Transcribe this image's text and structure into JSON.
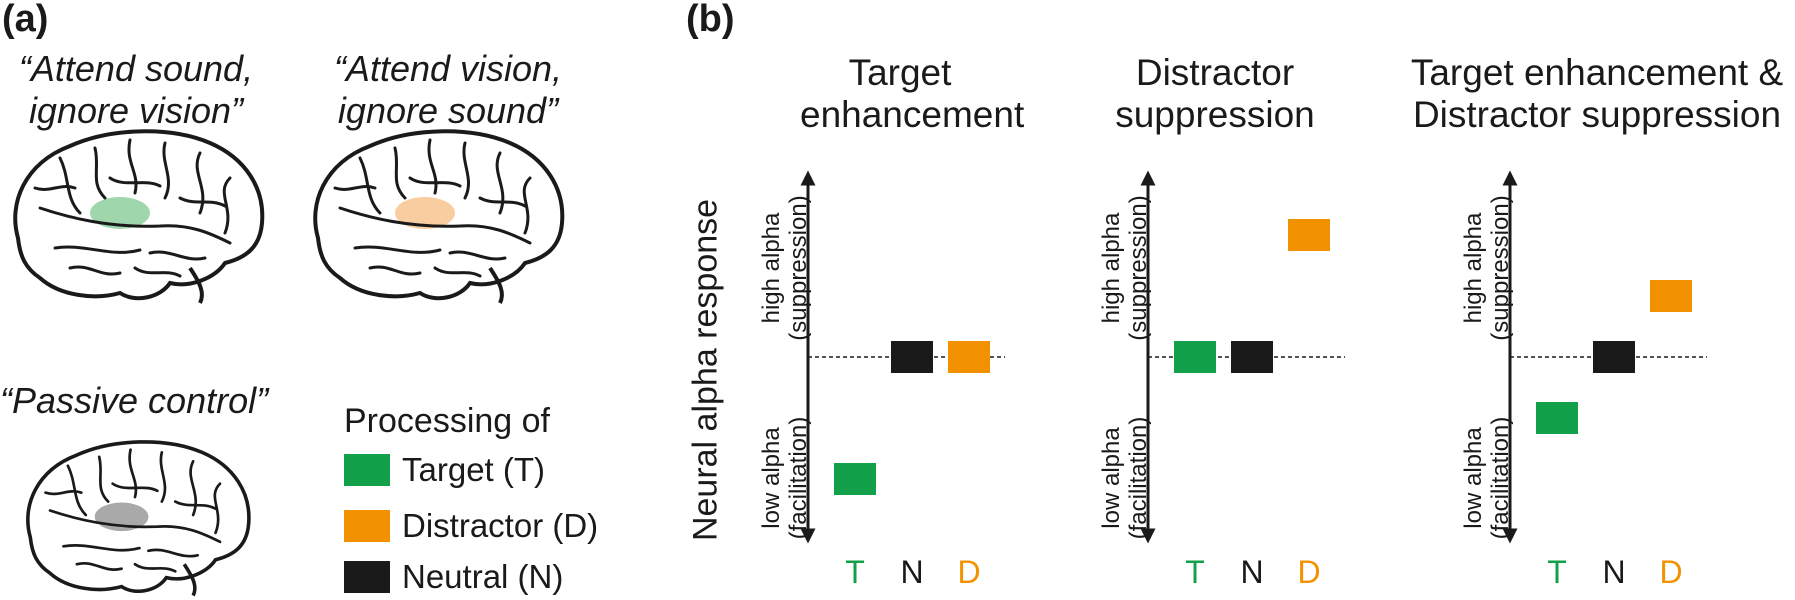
{
  "panel_a": {
    "label": "(a)",
    "conditions": [
      {
        "line1": "“Attend sound,",
        "line2": "ignore vision”",
        "highlight": "#8fcf9e"
      },
      {
        "line1": "“Attend vision,",
        "line2": "ignore sound”",
        "highlight": "#f7c48f"
      },
      {
        "line1": "“Passive control”",
        "line2": "",
        "highlight": "#9a9a9a"
      }
    ],
    "legend": {
      "title": "Processing of",
      "items": [
        {
          "label": "Target (T)",
          "color": "#12a04a"
        },
        {
          "label": "Distractor (D)",
          "color": "#f39200"
        },
        {
          "label": "Neutral (N)",
          "color": "#1a1a1a"
        }
      ]
    }
  },
  "panel_b": {
    "label": "(b)",
    "ylabel": "Neural alpha response",
    "axis_high": {
      "line1": "high alpha",
      "line2": "(suppression)"
    },
    "axis_low": {
      "line1": "low alpha",
      "line2": "(facilitation)"
    }
  },
  "chart_data": [
    {
      "type": "scatter",
      "title": [
        "Target",
        "enhancement"
      ],
      "categories": [
        "T",
        "N",
        "D"
      ],
      "values": {
        "T": -1.0,
        "N": 0,
        "D": 0
      },
      "colors": {
        "T": "#12a04a",
        "N": "#1a1a1a",
        "D": "#f39200"
      },
      "ylim": [
        -1.5,
        1.5
      ]
    },
    {
      "type": "scatter",
      "title": [
        "Distractor",
        "suppression"
      ],
      "categories": [
        "T",
        "N",
        "D"
      ],
      "values": {
        "T": 0,
        "N": 0,
        "D": 1.0
      },
      "colors": {
        "T": "#12a04a",
        "N": "#1a1a1a",
        "D": "#f39200"
      },
      "ylim": [
        -1.5,
        1.5
      ]
    },
    {
      "type": "scatter",
      "title": [
        "Target enhancement &",
        "Distractor suppression"
      ],
      "categories": [
        "T",
        "N",
        "D"
      ],
      "values": {
        "T": -0.5,
        "N": 0,
        "D": 0.5
      },
      "colors": {
        "T": "#12a04a",
        "N": "#1a1a1a",
        "D": "#f39200"
      },
      "ylim": [
        -1.5,
        1.5
      ]
    }
  ]
}
